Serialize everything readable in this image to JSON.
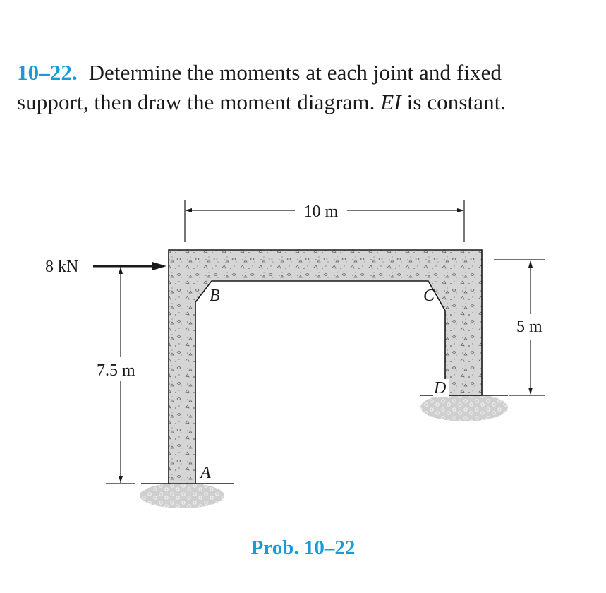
{
  "problem": {
    "number": "10–22.",
    "line1_text": "Determine the moments at each joint and fixed",
    "line2_before": "support, then draw the moment diagram. ",
    "line2_italic": "EI",
    "line2_after": " is constant."
  },
  "figure": {
    "span_label": "10 m",
    "load_label": "8 kN",
    "left_height_label": "7.5 m",
    "right_height_label": "5 m",
    "joint_a": "A",
    "joint_b": "B",
    "joint_c": "C",
    "joint_d": "D",
    "accent_color": "#1a9ad6"
  },
  "caption": "Prob. 10–22"
}
